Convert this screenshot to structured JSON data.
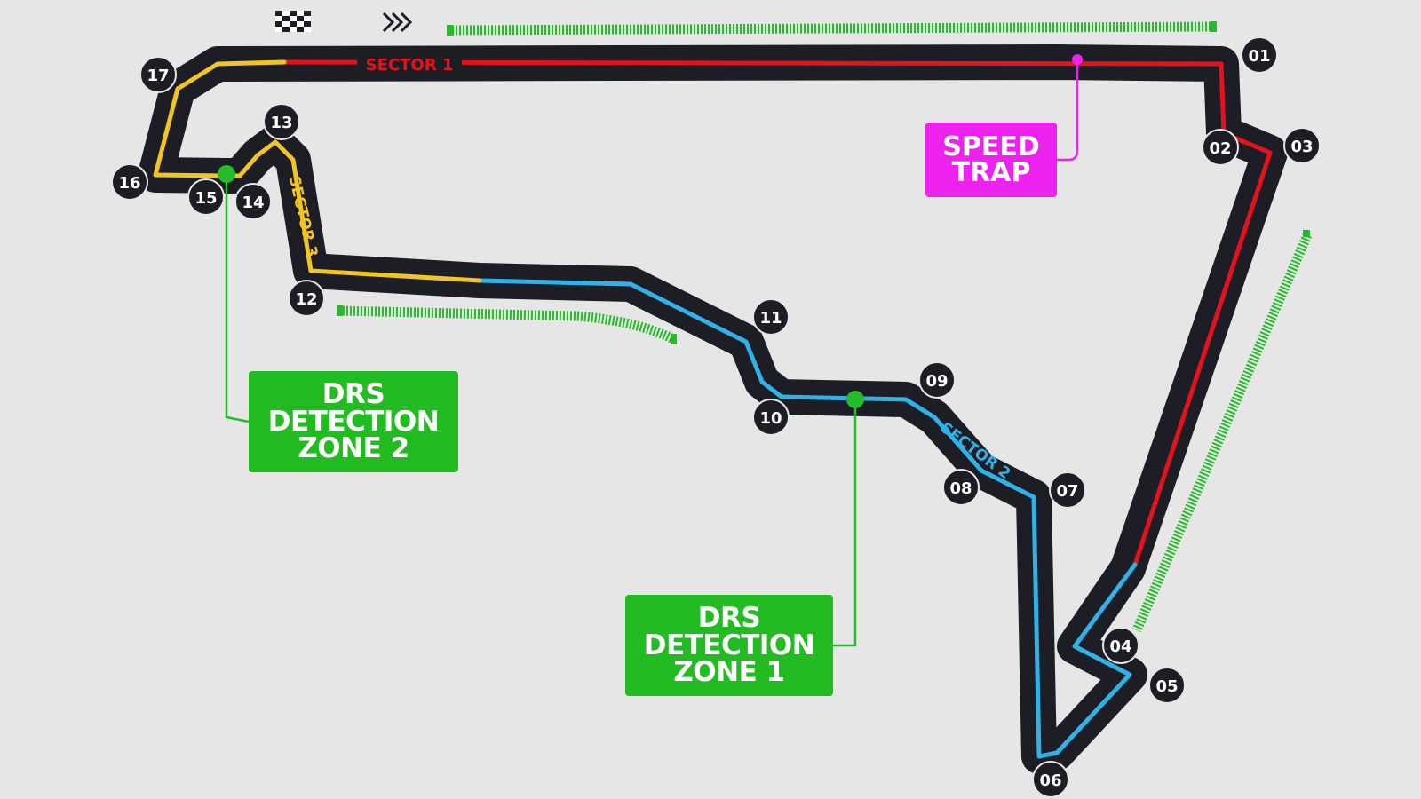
{
  "colors": {
    "background": "#e6e6e6",
    "track": "#1d1d26",
    "sector1": "#e5121b",
    "sector2": "#31b2e6",
    "sector3": "#f2c523",
    "drs_zone": "#26bb2a",
    "speed_trap": "#ee22ee",
    "turn_marker": "#1d1d26",
    "turn_text": "#ffffff"
  },
  "icons": {
    "start_finish": "checkered-flag-icon",
    "direction": "direction-chevrons-icon"
  },
  "sectors": [
    {
      "id": "sector1",
      "label": "SECTOR 1"
    },
    {
      "id": "sector2",
      "label": "SECTOR 2"
    },
    {
      "id": "sector3",
      "label": "SECTOR 3"
    }
  ],
  "turns": [
    "01",
    "02",
    "03",
    "04",
    "05",
    "06",
    "07",
    "08",
    "09",
    "10",
    "11",
    "12",
    "13",
    "14",
    "15",
    "16",
    "17"
  ],
  "callouts": {
    "drs_detection_zone_1": "DRS\nDETECTION\nZONE 1",
    "drs_detection_zone_2": "DRS\nDETECTION\nZONE 2",
    "speed_trap": "SPEED\nTRAP"
  }
}
